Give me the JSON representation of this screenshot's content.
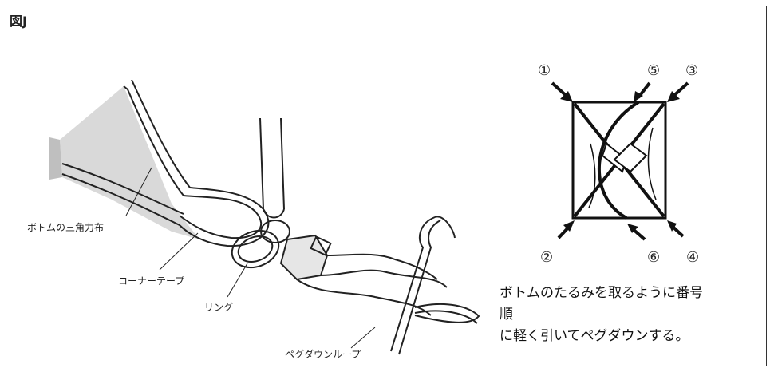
{
  "figure": {
    "label": "図J"
  },
  "labels": {
    "bottom_cloth": "ボトムの三角力布",
    "corner_tape": "コーナーテープ",
    "ring": "リング",
    "pegdown_loop": "ペグダウンループ"
  },
  "steps": [
    "①",
    "②",
    "③",
    "④",
    "⑤",
    "⑥"
  ],
  "caption": {
    "line1": "ボトムのたるみを取るように番号順",
    "line2": "に軽く引いてペグダウンする。"
  }
}
